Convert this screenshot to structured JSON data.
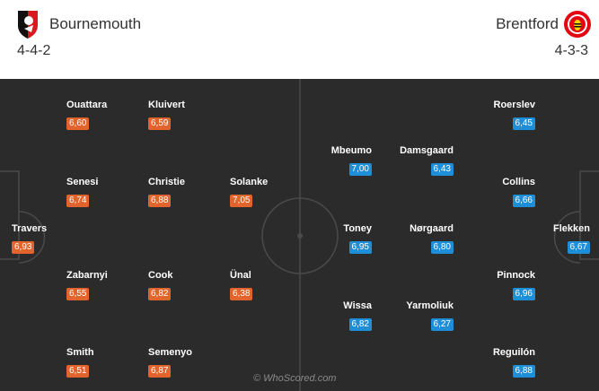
{
  "colors": {
    "home_rating_bg": "#e0642b",
    "away_rating_bg": "#1e8ed8",
    "pitch_bg": "#2b2b2b",
    "pitch_lines": "#4a4a4a"
  },
  "home_team": {
    "name": "Bournemouth",
    "formation": "4-4-2",
    "crest_icon": "bournemouth-crest-icon",
    "players": [
      {
        "name": "Ouattara",
        "rating": "6,60"
      },
      {
        "name": "Kluivert",
        "rating": "6,59"
      },
      {
        "name": "Senesi",
        "rating": "6,74"
      },
      {
        "name": "Christie",
        "rating": "6,88"
      },
      {
        "name": "Solanke",
        "rating": "7,05"
      },
      {
        "name": "Travers",
        "rating": "6,93"
      },
      {
        "name": "Zabarnyi",
        "rating": "6,55"
      },
      {
        "name": "Cook",
        "rating": "6,82"
      },
      {
        "name": "Ünal",
        "rating": "6,38"
      },
      {
        "name": "Smith",
        "rating": "6,51"
      },
      {
        "name": "Semenyo",
        "rating": "6,87"
      }
    ]
  },
  "away_team": {
    "name": "Brentford",
    "formation": "4-3-3",
    "crest_icon": "brentford-crest-icon",
    "players": [
      {
        "name": "Roerslev",
        "rating": "6,45"
      },
      {
        "name": "Mbeumo",
        "rating": "7,00"
      },
      {
        "name": "Damsgaard",
        "rating": "6,43"
      },
      {
        "name": "Collins",
        "rating": "6,66"
      },
      {
        "name": "Toney",
        "rating": "6,95"
      },
      {
        "name": "Nørgaard",
        "rating": "6,80"
      },
      {
        "name": "Flekken",
        "rating": "6,67"
      },
      {
        "name": "Pinnock",
        "rating": "6,96"
      },
      {
        "name": "Wissa",
        "rating": "6,82"
      },
      {
        "name": "Yarmoliuk",
        "rating": "6,27"
      },
      {
        "name": "Reguilón",
        "rating": "6,88"
      }
    ]
  },
  "watermark": "© WhoScored.com"
}
